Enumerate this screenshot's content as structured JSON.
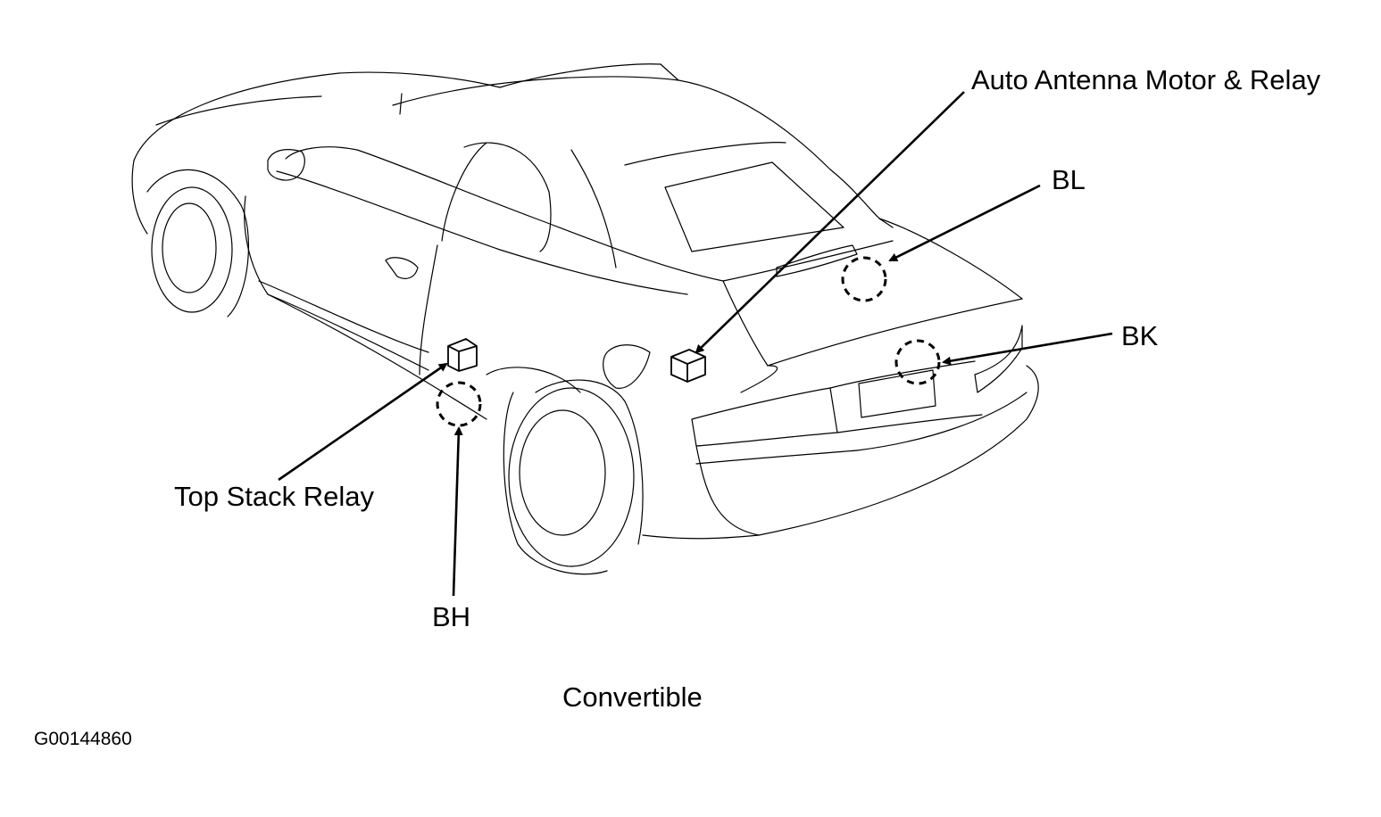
{
  "diagram": {
    "caption": "Convertible",
    "figure_id": "G00144860",
    "callouts": {
      "auto_antenna": "Auto Antenna Motor & Relay",
      "bl": "BL",
      "bk": "BK",
      "top_stack": "Top Stack Relay",
      "bh": "BH"
    },
    "colors": {
      "line": "#000000",
      "background": "#ffffff"
    }
  }
}
